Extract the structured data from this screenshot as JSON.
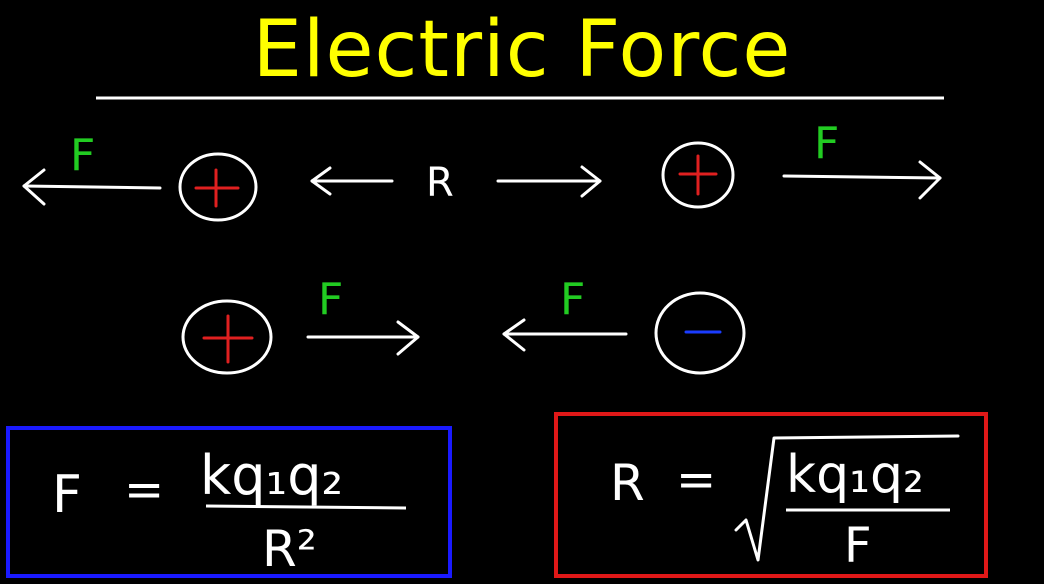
{
  "title": "Electric Force",
  "colors": {
    "title": "#ffff00",
    "ink": "#ffffff",
    "force_label": "#22cc22",
    "positive_sign": "#e02020",
    "negative_sign": "#1a3cff",
    "box_left": "#1a1aff",
    "box_right": "#e01818"
  },
  "row1": {
    "left_force_label": "F",
    "distance_label": "R",
    "right_force_label": "F",
    "left_charge_sign": "+",
    "right_charge_sign": "+"
  },
  "row2": {
    "left_force_label": "F",
    "right_force_label": "F",
    "left_charge_sign": "+",
    "right_charge_sign": "−"
  },
  "formula_force": {
    "lhs": "F",
    "equals": "=",
    "numerator": "kq₁q₂",
    "denominator": "R²"
  },
  "formula_distance": {
    "lhs": "R",
    "equals": "=",
    "numerator": "kq₁q₂",
    "denominator": "F"
  }
}
